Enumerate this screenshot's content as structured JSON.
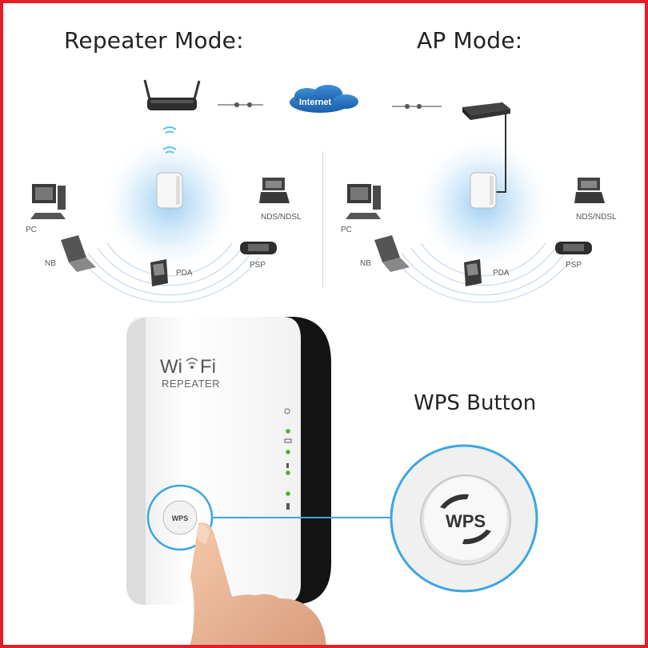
{
  "titles": {
    "repeater_mode": "Repeater Mode:",
    "ap_mode": "AP Mode:"
  },
  "cloud_label": "Internet",
  "repeater_devices": {
    "pc": "PC",
    "nb": "NB",
    "pda": "PDA",
    "nds": "NDS/NDSL",
    "psp": "PSP"
  },
  "ap_devices": {
    "pc": "PC",
    "nb": "NB",
    "pda": "PDA",
    "nds": "NDS/NDSL",
    "psp": "PSP"
  },
  "product": {
    "logo_wi": "Wi",
    "logo_fi": "Fi",
    "logo_sub": "REPEATER",
    "button_label": "WPS"
  },
  "callout": {
    "label": "WPS Button",
    "button_label": "WPS"
  },
  "colors": {
    "border": "#e41e25",
    "glow": "#4aa3e6",
    "callout_line": "#3aa6e0",
    "led": "#4caf2a"
  }
}
